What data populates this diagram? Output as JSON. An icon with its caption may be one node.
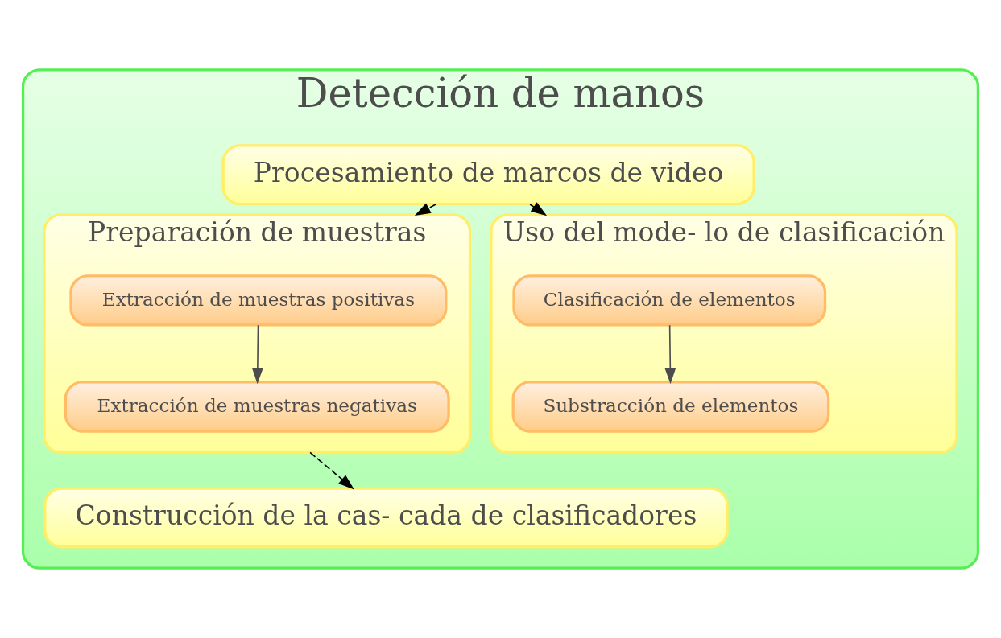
{
  "diagram": {
    "nodes": [
      {
        "text": [
          "Detección de manos"
        ]
      },
      {
        "text": [
          "Procesamiento de marcos de video"
        ],
        "in": 0
      },
      {
        "text": [
          "Preparación de muestras"
        ],
        "in": 0
      },
      {
        "text": [
          "Extracción de muestras positivas"
        ],
        "in": 2
      },
      {
        "text": [
          "Extracción de muestras negativas"
        ],
        "in": 2
      },
      {
        "text": [
          "Uso del mode- lo de clasificación"
        ],
        "in": 0
      },
      {
        "text": [
          "Clasificación de elementos"
        ],
        "in": 5
      },
      {
        "text": [
          "Substracción de elementos"
        ],
        "in": 5
      },
      {
        "text": [
          "Construcción de la cas- cada de clasificadores"
        ],
        "in": 0
      }
    ],
    "edges": [
      {
        "from": 1,
        "to": 2,
        "arrow": "to",
        "style": "dashed"
      },
      {
        "from": 1,
        "to": 5,
        "arrow": "to"
      },
      {
        "from": 3,
        "to": 4,
        "arrow": "to",
        "color": "#4d4d4d"
      },
      {
        "from": 6,
        "to": 7,
        "arrow": "to",
        "color": "#4d4d4d"
      },
      {
        "from": 2,
        "to": 8,
        "arrow": "to",
        "style": "dashed"
      }
    ]
  }
}
